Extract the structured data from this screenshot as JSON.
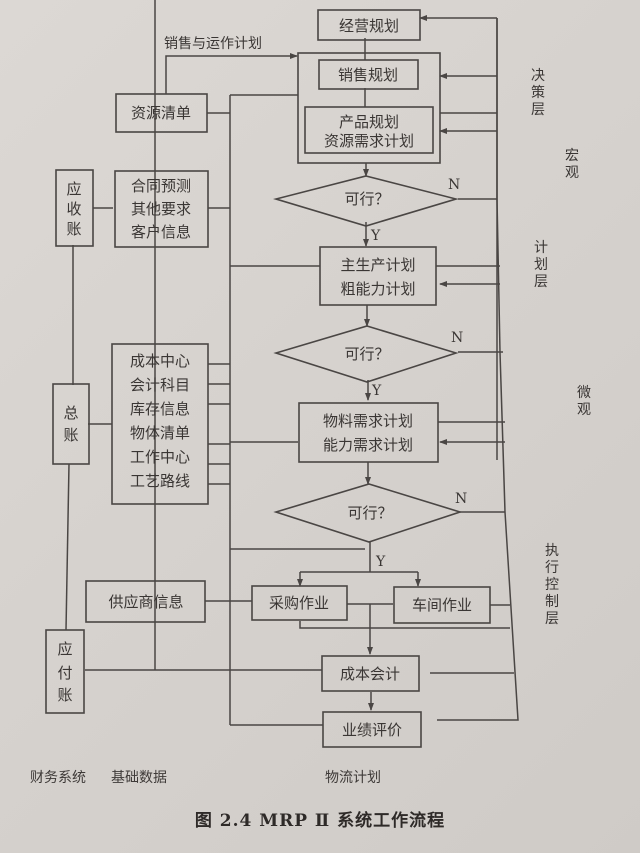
{
  "figure": {
    "caption": "图 2.4   MRP Ⅱ 系统工作流程",
    "columns": {
      "finance": "财务系统",
      "base_data": "基础数据",
      "logistics": "物流计划"
    }
  },
  "layers": {
    "decision": "决策层",
    "planning": "计划层",
    "execution": "执行控制层",
    "macro": "宏观",
    "micro": "微观"
  },
  "edge_labels": {
    "sop": "销售与运作计划",
    "yes": "Y",
    "no": "N"
  },
  "nodes": {
    "business_plan": [
      "经营规划"
    ],
    "sales_plan": [
      "销售规划"
    ],
    "product_plan": [
      "产品规划",
      "资源需求计划"
    ],
    "resource_list": [
      "资源清单"
    ],
    "receivable": [
      "应",
      "收",
      "账"
    ],
    "contract": [
      "合同预测",
      "其他要求",
      "客户信息"
    ],
    "decision1": [
      "可行？"
    ],
    "mps": [
      "主生产计划",
      "粗能力计划"
    ],
    "decision2": [
      "可行？"
    ],
    "general_ledger": [
      "总",
      "账"
    ],
    "base_data": [
      "成本中心",
      "会计科目",
      "库存信息",
      "物体清单",
      "工作中心",
      "工艺路线"
    ],
    "mrp": [
      "物料需求计划",
      "能力需求计划"
    ],
    "decision3": [
      "可行？"
    ],
    "purchasing": [
      "采购作业"
    ],
    "shop_floor": [
      "车间作业"
    ],
    "supplier": [
      "供应商信息"
    ],
    "payable": [
      "应",
      "付",
      "账"
    ],
    "cost_accounting": [
      "成本会计"
    ],
    "performance": [
      "业绩评价"
    ]
  }
}
